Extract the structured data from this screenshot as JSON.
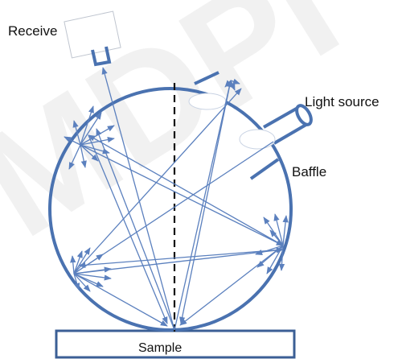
{
  "labels": {
    "receive": "Receive",
    "light_source": "Light source",
    "baffle": "Baffle",
    "sample": "Sample"
  },
  "colors": {
    "sphere": "#4a72b0",
    "ray": "#5b80be",
    "centerline": "#111111",
    "text": "#111111"
  },
  "watermark": {
    "text": "MDPI"
  }
}
